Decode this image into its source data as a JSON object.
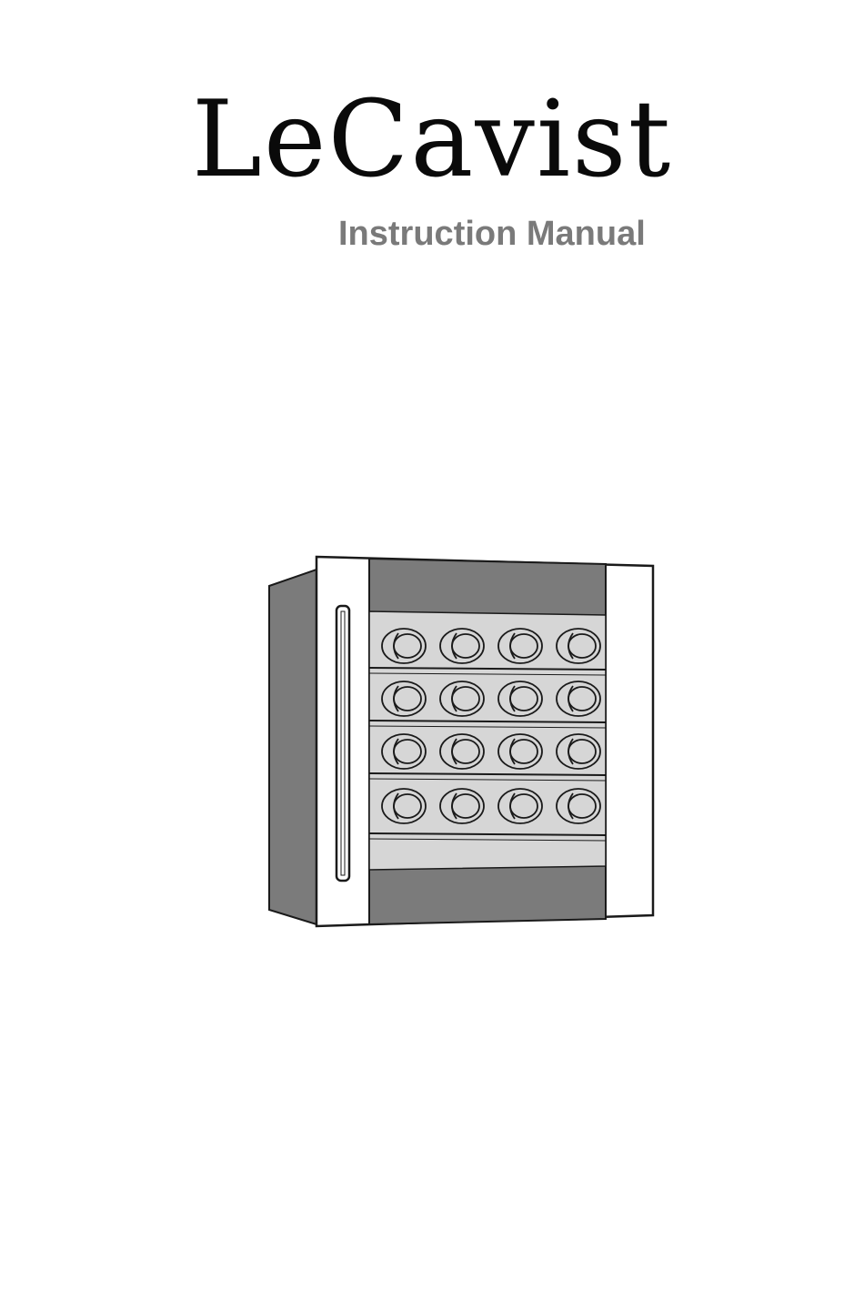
{
  "cover": {
    "brand": "LeCavist",
    "subtitle": "Instruction Manual"
  },
  "illustration": {
    "icon": "wine-cooler-icon",
    "shelf_rows": 4,
    "bottles_per_row": 4,
    "colors": {
      "outline": "#1a1a1a",
      "dark_panel": "#7b7b7b",
      "glass": "#d6d6d6",
      "frame": "#ffffff"
    }
  }
}
